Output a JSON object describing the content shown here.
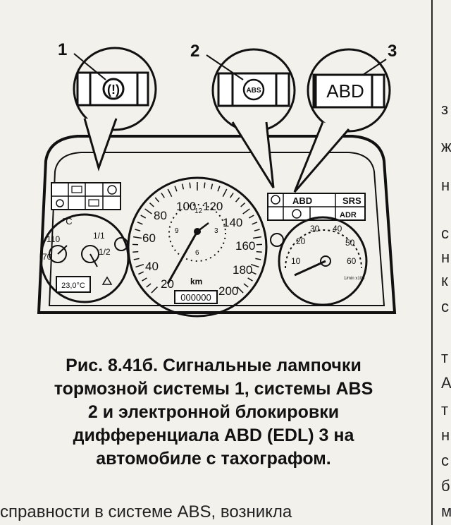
{
  "figure": {
    "callouts": [
      {
        "number": "1",
        "lamp_label": "(!)"
      },
      {
        "number": "2",
        "lamp_label": "ABS"
      },
      {
        "number": "3",
        "lamp_label": "ABD"
      }
    ],
    "speedometer": {
      "ticks": [
        "20",
        "40",
        "60",
        "80",
        "100",
        "120",
        "140",
        "160",
        "180",
        "200"
      ],
      "unit": "km",
      "odometer": "000000",
      "clock_marks": [
        "12",
        "3",
        "6",
        "9"
      ]
    },
    "tachometer": {
      "ticks": [
        "10",
        "20",
        "30",
        "40",
        "50",
        "60"
      ],
      "unit_label": "1/min x100"
    },
    "left_gauges": {
      "temp_label": "°C",
      "temp_ticks": [
        "110",
        "70"
      ],
      "fuel_ticks": [
        "1/1",
        "1/2"
      ],
      "display": "23,0°C"
    },
    "warning_panel": {
      "labels": [
        "ABD",
        "SRS",
        "ADR"
      ]
    }
  },
  "caption": {
    "lines": [
      "Рис. 8.41б. Сигнальные лампочки",
      "тормозной системы 1, системы ABS",
      "2 и электронной блокировки",
      "дифференциала ABD (EDL) 3 на",
      "автомобиле с тахографом."
    ]
  },
  "body_text": "справности в системе ABS, возникла",
  "right_column": {
    "letters_top": [
      "з",
      "ж",
      "н",
      "с",
      "н",
      "к",
      "с"
    ],
    "letters_bottom": [
      "т",
      "А",
      "т",
      "н",
      "с",
      "б",
      "м"
    ]
  }
}
